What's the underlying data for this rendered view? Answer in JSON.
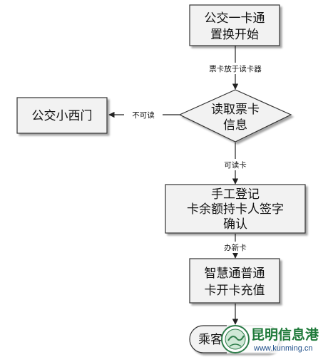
{
  "nodes": {
    "start": [
      "公交一卡通",
      "置换开始"
    ],
    "read": [
      "读取票卡",
      "信息"
    ],
    "xiaoximen": [
      "公交小西门"
    ],
    "register": [
      "手工登记",
      "卡余额持卡人签字",
      "确认"
    ],
    "recharge": [
      "智慧通普通",
      "卡开卡充值"
    ],
    "end": [
      "乘客"
    ]
  },
  "edges": {
    "start_read": "票卡放于读卡器",
    "read_xiaoximen": "不可读",
    "read_register": "可读卡",
    "register_recharge": "办新卡"
  },
  "watermark": {
    "name": "昆明信息港",
    "url": "www.kunming.cn"
  },
  "colors": {
    "box_fill": "#f2f2f2",
    "line": "#333333",
    "watermark_green": "#1f7a3a",
    "watermark_blue": "#1f4f8a"
  }
}
